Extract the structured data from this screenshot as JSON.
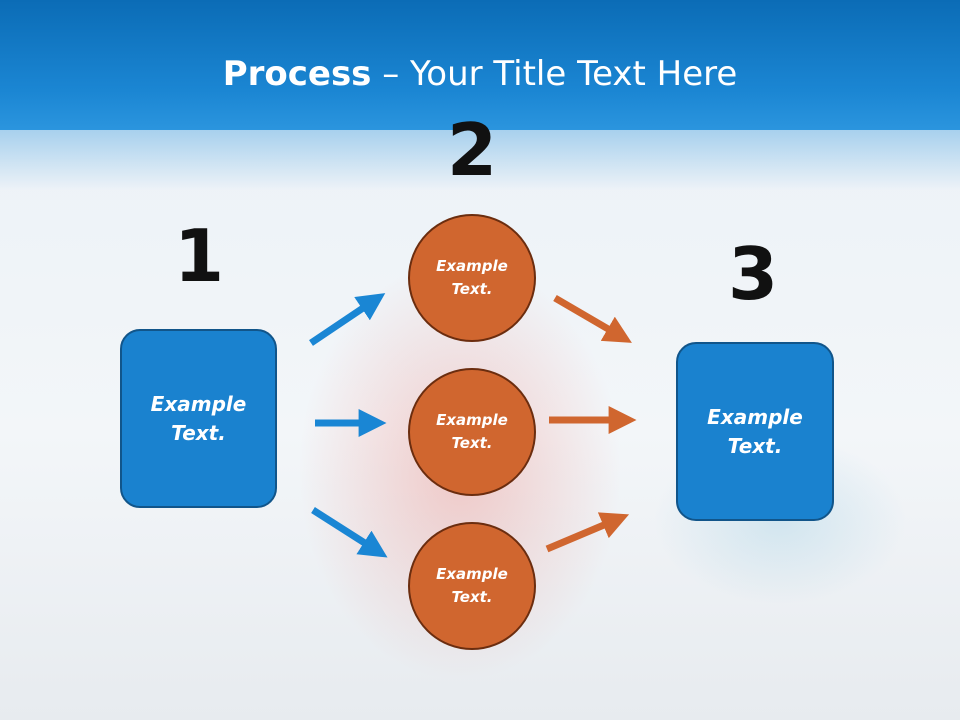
{
  "title": {
    "bold": "Process",
    "rest": " – Your Title Text Here"
  },
  "steps": [
    {
      "number": "1",
      "text": "Example Text."
    },
    {
      "number": "2",
      "circles": [
        "Example Text.",
        "Example Text.",
        "Example Text."
      ]
    },
    {
      "number": "3",
      "text": "Example Text."
    }
  ],
  "colors": {
    "header": "#1b86d3",
    "box": "#1a82cf",
    "circle": "#d0662f",
    "arrow_blue": "#1a86d4",
    "arrow_orange": "#d0662f"
  }
}
